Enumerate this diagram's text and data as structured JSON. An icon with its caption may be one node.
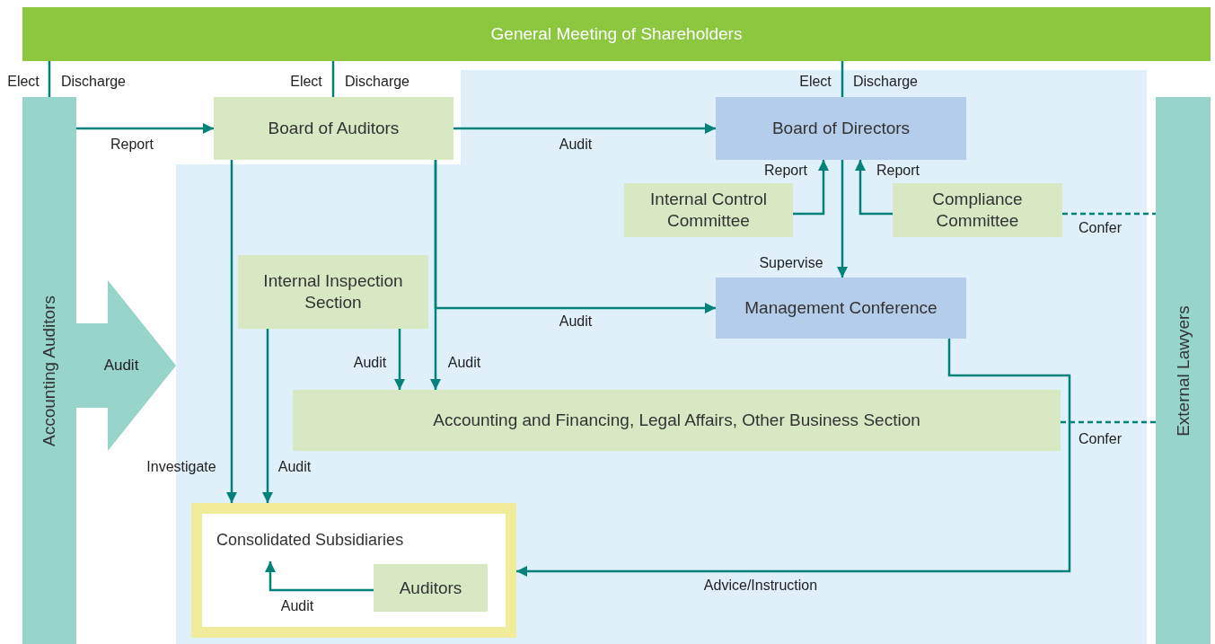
{
  "diagram": {
    "nodes": [
      {
        "text": [
          "General Meeting of Shareholders"
        ]
      },
      {
        "text": [
          "Accounting Auditors"
        ]
      },
      {
        "text": [
          "Board of Auditors"
        ]
      },
      {
        "text": [
          "Board of Directors"
        ]
      },
      {
        "text": [
          "Internal Control Committee"
        ]
      },
      {
        "text": [
          "Compliance Committee"
        ]
      },
      {
        "text": [
          "Internal Inspection Section"
        ]
      },
      {
        "text": [
          "Management Conference"
        ]
      },
      {
        "text": [
          "Accounting and Financing, Legal Affairs, Other Business Section"
        ]
      },
      {
        "text": [
          "Consolidated Subsidiaries"
        ]
      },
      {
        "text": [
          "Auditors"
        ],
        "in": 9
      },
      {
        "text": [
          "External Lawyers"
        ]
      }
    ],
    "edges": [
      {
        "from": 0,
        "to": 1,
        "arrow": "none"
      },
      {
        "from": 0,
        "to": 2,
        "arrow": "none"
      },
      {
        "from": 0,
        "to": 3,
        "arrow": "none"
      },
      {
        "from": 1,
        "to": 2,
        "arrow": "to",
        "label": "Report"
      },
      {
        "from": 2,
        "to": 3,
        "arrow": "to",
        "label": "Audit"
      },
      {
        "from": 4,
        "to": 3,
        "arrow": "to",
        "label": "Report"
      },
      {
        "from": 5,
        "to": 3,
        "arrow": "to",
        "label": "Report"
      },
      {
        "from": 3,
        "to": 7,
        "arrow": "to",
        "label": "Supervise"
      },
      {
        "from": 5,
        "to": 11,
        "arrow": "none",
        "label": "Confer",
        "style": "dashed"
      },
      {
        "from": 2,
        "to": 7,
        "arrow": "to",
        "label": "Audit"
      },
      {
        "from": 2,
        "to": 8,
        "arrow": "to",
        "label": "Audit"
      },
      {
        "from": 6,
        "to": 8,
        "arrow": "to",
        "label": "Audit"
      },
      {
        "from": 2,
        "to": 9,
        "arrow": "to",
        "label": "Investigate"
      },
      {
        "from": 6,
        "to": 9,
        "arrow": "to",
        "label": "Audit"
      },
      {
        "from": 7,
        "to": 9,
        "arrow": "to",
        "label": "Advice/Instruction"
      },
      {
        "from": 10,
        "to": 9,
        "arrow": "to",
        "label": "Audit"
      },
      {
        "from": 8,
        "to": 11,
        "arrow": "none",
        "label": "Confer",
        "style": "dashed"
      },
      {
        "from": 1,
        "to": null,
        "arrow": "to",
        "label": "Audit",
        "style": "thick",
        "color": "#97d5ca"
      }
    ],
    "labels": [
      "Elect",
      "Discharge",
      "Elect",
      "Discharge",
      "Elect",
      "Discharge"
    ]
  }
}
